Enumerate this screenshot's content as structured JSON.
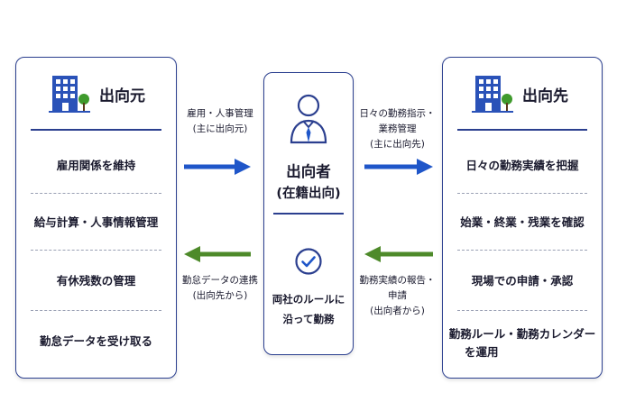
{
  "origin": {
    "title": "出向元",
    "items": [
      "雇用関係を維持",
      "給与計算・人事情報管理",
      "有休残数の管理",
      "勤怠データを受け取る"
    ]
  },
  "destination": {
    "title": "出向先",
    "items": [
      "日々の勤務実績を把握",
      "始業・終業・残業を確認",
      "現場での申請・承認",
      "勤務ルール・勤務カレンダー",
      "を運用"
    ]
  },
  "employee": {
    "title": "出向者",
    "subtitle": "(在籍出向)",
    "note_line1": "両社のルールに",
    "note_line2": "沿って勤務"
  },
  "arrows": {
    "top_left": {
      "line1": "雇用・人事管理",
      "line2": "(主に出向元)"
    },
    "top_right": {
      "line1": "日々の勤務指示・",
      "line2": "業務管理",
      "line3": "(主に出向先)"
    },
    "bottom_left": {
      "line1": "勤怠データの連携",
      "line2": "(出向先から)"
    },
    "bottom_right": {
      "line1": "勤務実績の報告・",
      "line2": "申請",
      "line3": "(出向者から)"
    }
  },
  "colors": {
    "navy": "#2b3f8f",
    "blue_arrow": "#1f56c9",
    "green_arrow": "#4e8a2a",
    "building_blue": "#2a52b8",
    "tree_green": "#3f9a2c"
  },
  "icons": [
    "building-icon",
    "person-icon",
    "check-circle-icon"
  ]
}
